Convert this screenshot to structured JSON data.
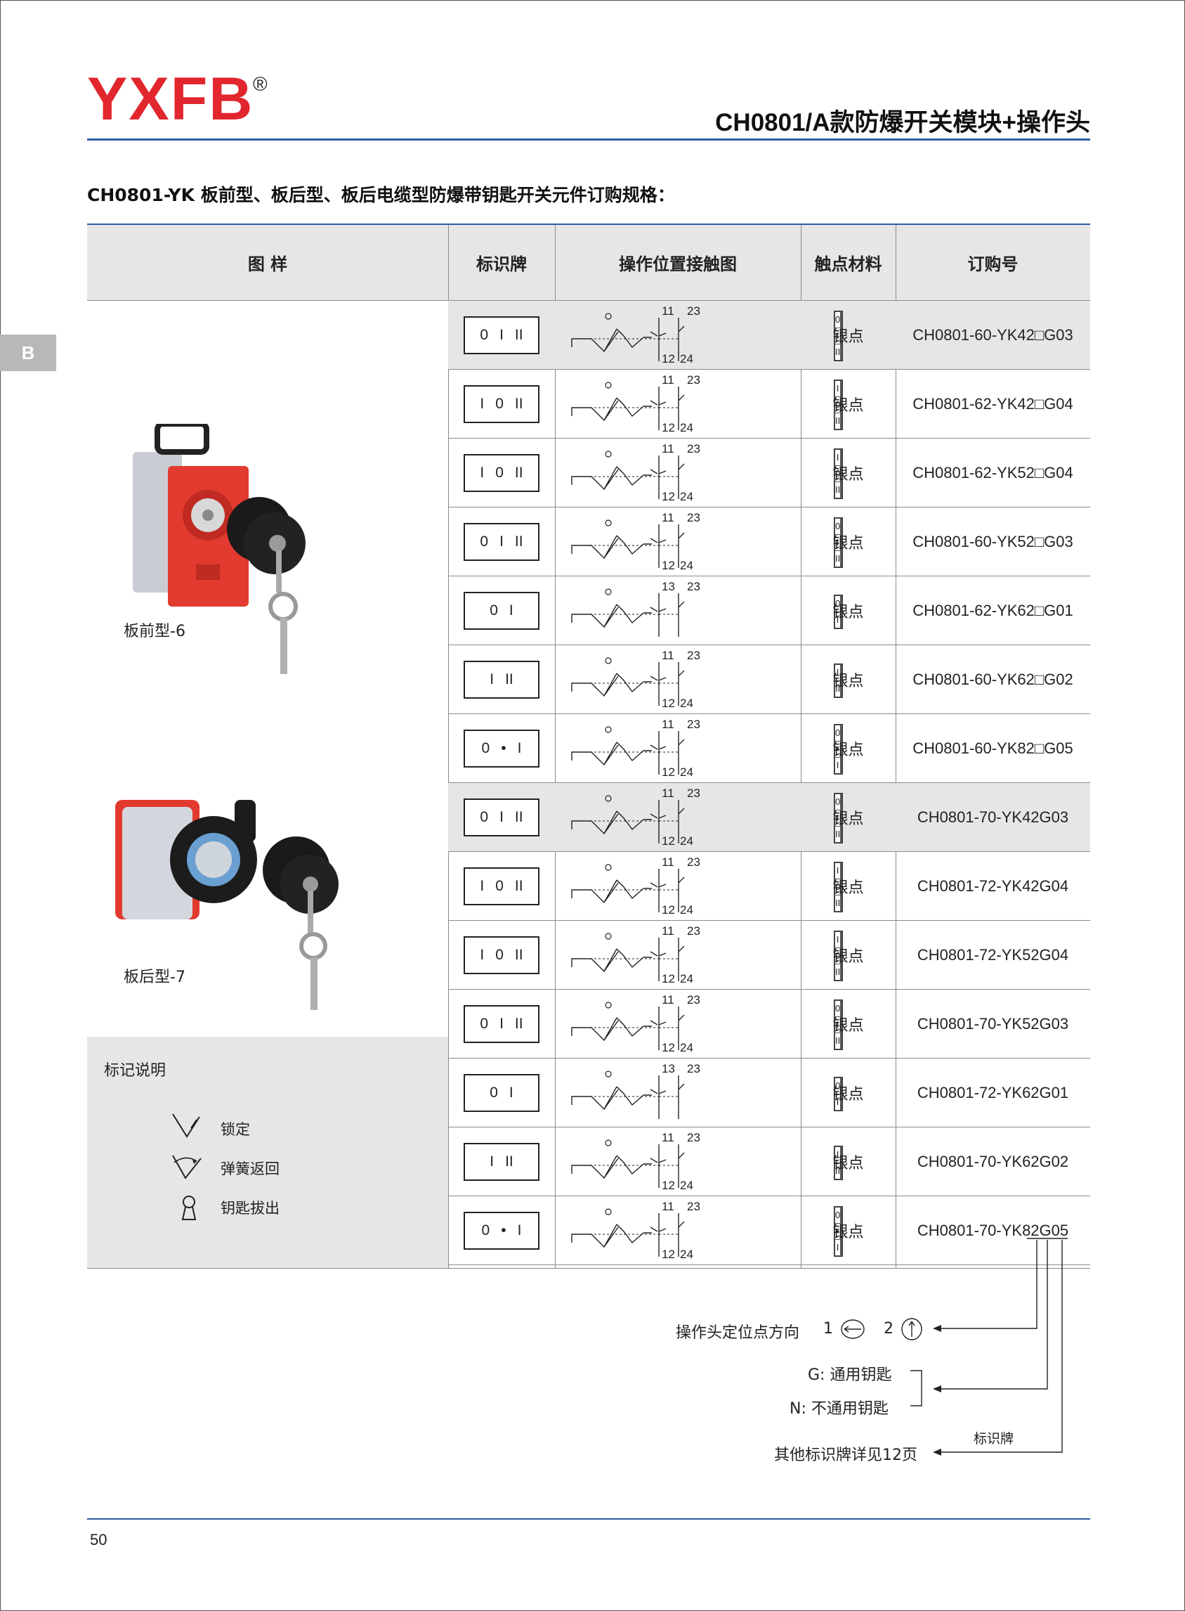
{
  "header": {
    "logo": "YXFB",
    "logo_mark": "®",
    "title": "CH0801/A款防爆开关模块+操作头"
  },
  "section_title": "CH0801-YK 板前型、板后型、板后电缆型防爆带钥匙开关元件订购规格：",
  "side_tab": "B",
  "table": {
    "headers": [
      "图  样",
      "标识牌",
      "操作位置接触图",
      "触点材料",
      "订购号"
    ],
    "rows": [
      {
        "plate": [
          "0",
          "I",
          "II"
        ],
        "contacts": [
          "11",
          "23",
          "12",
          "24"
        ],
        "grid": [
          [
            "0",
            "",
            ""
          ],
          [
            "I",
            "on",
            ""
          ],
          [
            "II",
            "on",
            "on"
          ]
        ],
        "material": "银点",
        "order": "CH0801-60-YK42□G03",
        "shaded": true
      },
      {
        "plate": [
          "I",
          "0",
          "II"
        ],
        "contacts": [
          "11",
          "23",
          "12",
          "24"
        ],
        "grid": [
          [
            "I",
            "on",
            ""
          ],
          [
            "0",
            "",
            ""
          ],
          [
            "II",
            "",
            "on"
          ]
        ],
        "material": "银点",
        "order": "CH0801-62-YK42□G04",
        "shaded": false
      },
      {
        "plate": [
          "I",
          "0",
          "II"
        ],
        "contacts": [
          "11",
          "23",
          "12",
          "24"
        ],
        "grid": [
          [
            "I",
            "on",
            ""
          ],
          [
            "0",
            "",
            ""
          ],
          [
            "II",
            "",
            "on"
          ]
        ],
        "material": "银点",
        "order": "CH0801-62-YK52□G04",
        "shaded": false
      },
      {
        "plate": [
          "0",
          "I",
          "II"
        ],
        "contacts": [
          "11",
          "23",
          "12",
          "24"
        ],
        "grid": [
          [
            "0",
            "",
            ""
          ],
          [
            "I",
            "on",
            ""
          ],
          [
            "II",
            "on",
            "on"
          ]
        ],
        "material": "银点",
        "order": "CH0801-60-YK52□G03",
        "shaded": false
      },
      {
        "plate": [
          "0",
          "I"
        ],
        "contacts": [
          "13",
          "23",
          "",
          ""
        ],
        "grid": [
          [
            "0",
            "",
            ""
          ],
          [
            "I",
            "on",
            "on"
          ]
        ],
        "material": "银点",
        "order": "CH0801-62-YK62□G01",
        "shaded": false
      },
      {
        "plate": [
          "I",
          "II"
        ],
        "contacts": [
          "11",
          "23",
          "12",
          "24"
        ],
        "grid": [
          [
            "I",
            "on",
            ""
          ],
          [
            "II",
            "",
            "on"
          ]
        ],
        "material": "银点",
        "order": "CH0801-60-YK62□G02",
        "shaded": false
      },
      {
        "plate": [
          "0",
          "•",
          "I"
        ],
        "contacts": [
          "11",
          "23",
          "12",
          "24"
        ],
        "grid": [
          [
            "0",
            "",
            ""
          ],
          [
            "•",
            "on",
            ""
          ],
          [
            "I",
            "on",
            "on"
          ]
        ],
        "material": "银点",
        "order": "CH0801-60-YK82□G05",
        "shaded": false
      },
      {
        "plate": [
          "0",
          "I",
          "II"
        ],
        "contacts": [
          "11",
          "23",
          "12",
          "24"
        ],
        "grid": [
          [
            "0",
            "",
            ""
          ],
          [
            "I",
            "on",
            ""
          ],
          [
            "II",
            "on",
            "on"
          ]
        ],
        "material": "银点",
        "order": "CH0801-70-YK42G03",
        "shaded": true
      },
      {
        "plate": [
          "I",
          "0",
          "II"
        ],
        "contacts": [
          "11",
          "23",
          "12",
          "24"
        ],
        "grid": [
          [
            "I",
            "on",
            ""
          ],
          [
            "0",
            "",
            ""
          ],
          [
            "II",
            "",
            "on"
          ]
        ],
        "material": "银点",
        "order": "CH0801-72-YK42G04",
        "shaded": false
      },
      {
        "plate": [
          "I",
          "0",
          "II"
        ],
        "contacts": [
          "11",
          "23",
          "12",
          "24"
        ],
        "grid": [
          [
            "I",
            "on",
            ""
          ],
          [
            "0",
            "",
            ""
          ],
          [
            "II",
            "",
            "on"
          ]
        ],
        "material": "银点",
        "order": "CH0801-72-YK52G04",
        "shaded": false
      },
      {
        "plate": [
          "0",
          "I",
          "II"
        ],
        "contacts": [
          "11",
          "23",
          "12",
          "24"
        ],
        "grid": [
          [
            "0",
            "",
            ""
          ],
          [
            "I",
            "on",
            ""
          ],
          [
            "II",
            "on",
            "on"
          ]
        ],
        "material": "银点",
        "order": "CH0801-70-YK52G03",
        "shaded": false
      },
      {
        "plate": [
          "0",
          "I"
        ],
        "contacts": [
          "13",
          "23",
          "",
          ""
        ],
        "grid": [
          [
            "0",
            "",
            ""
          ],
          [
            "I",
            "on",
            "on"
          ]
        ],
        "material": "银点",
        "order": "CH0801-72-YK62G01",
        "shaded": false
      },
      {
        "plate": [
          "I",
          "II"
        ],
        "contacts": [
          "11",
          "23",
          "12",
          "24"
        ],
        "grid": [
          [
            "I",
            "on",
            ""
          ],
          [
            "II",
            "",
            "on"
          ]
        ],
        "material": "银点",
        "order": "CH0801-70-YK62G02",
        "shaded": false
      },
      {
        "plate": [
          "0",
          "•",
          "I"
        ],
        "contacts": [
          "11",
          "23",
          "12",
          "24"
        ],
        "grid": [
          [
            "0",
            "",
            ""
          ],
          [
            "•",
            "on",
            ""
          ],
          [
            "I",
            "on",
            "on"
          ]
        ],
        "material": "银点",
        "order": "CH0801-70-YK82G05",
        "shaded": false
      }
    ]
  },
  "images": {
    "front_caption": "板前型-6",
    "rear_caption": "板后型-7"
  },
  "legend": {
    "title": "标记说明",
    "items": [
      "锁定",
      "弹簧返回",
      "钥匙拔出"
    ]
  },
  "annotations": {
    "direction": "操作头定位点方向",
    "dir_1": "1",
    "dir_2": "2",
    "key_g": "G:  通用钥匙",
    "key_n": "N:  不通用钥匙",
    "plate_label": "标识牌",
    "plate_note": "其他标识牌详见12页"
  },
  "footer": {
    "page": "50"
  },
  "colors": {
    "brand_red": "#e2262e",
    "accent_blue": "#2b5da8",
    "contact_blue": "#1a8ac8",
    "header_gray": "#e6e6e6"
  }
}
